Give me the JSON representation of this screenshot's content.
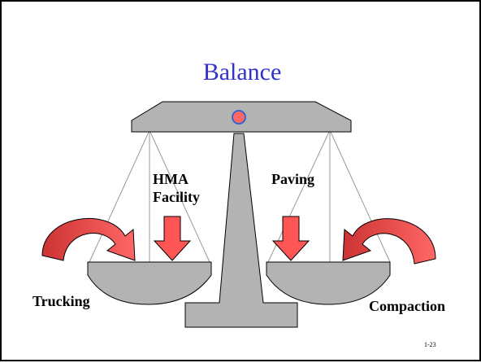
{
  "slide": {
    "title": "Balance",
    "page_number": "1-23"
  },
  "diagram": {
    "label_hma_line1": "HMA",
    "label_hma_line2": "Facility",
    "label_paving": "Paving",
    "label_trucking": "Trucking",
    "label_compaction": "Compaction"
  },
  "colors": {
    "title": "#3333cc",
    "scale_fill": "#b3b3b3",
    "scale_stroke": "#000000",
    "pivot": "#ff6666",
    "pivot_ring": "#3366cc",
    "arrow": "#ff5555",
    "arrow_dark": "#cc3333",
    "strings": "#999999"
  }
}
